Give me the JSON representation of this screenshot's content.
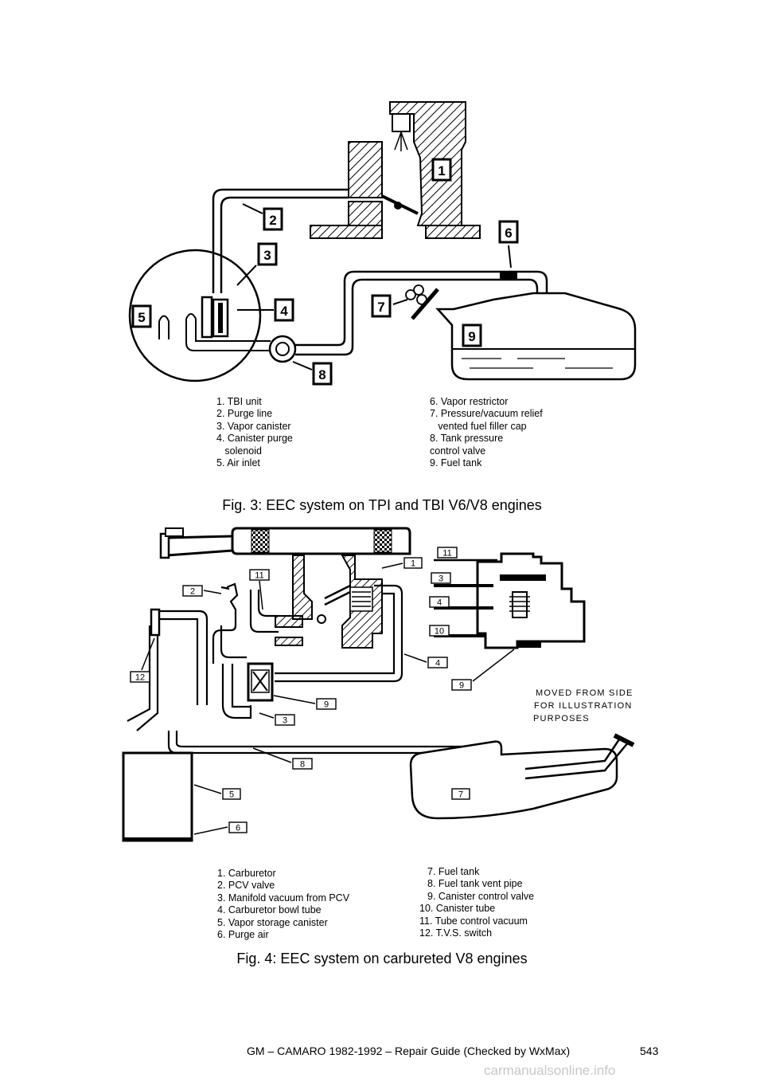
{
  "figures": [
    {
      "caption": "Fig. 3: EEC system on TPI and TBI V6/V8 engines",
      "callouts": [
        "1",
        "2",
        "3",
        "4",
        "5",
        "6",
        "7",
        "8",
        "9"
      ],
      "legend_left": [
        "1.  TBI unit",
        "2.  Purge line",
        "3.  Vapor canister",
        "4.  Canister purge",
        "   solenoid",
        "5.  Air inlet"
      ],
      "legend_right": [
        "6.  Vapor restrictor",
        "7.  Pressure/vacuum relief",
        "   vented fuel filler cap",
        "8.  Tank pressure",
        "control valve",
        "9.  Fuel tank"
      ]
    },
    {
      "caption": "Fig. 4: EEC system on carbureted V8 engines",
      "callouts": [
        "1",
        "2",
        "3",
        "4",
        "5",
        "6",
        "7",
        "8",
        "9",
        "10",
        "11",
        "12",
        "11",
        "3",
        "4",
        "9"
      ],
      "note": [
        "MOVED FROM SIDE",
        "FOR ILLUSTRATION",
        "PURPOSES"
      ],
      "legend_left": [
        "1.  Carburetor",
        "2.  PCV valve",
        "3.  Manifold vacuum from PCV",
        "4.  Carburetor bowl tube",
        "5.  Vapor storage canister",
        "6.  Purge air"
      ],
      "legend_right": [
        "7.  Fuel tank",
        "8.  Fuel tank vent pipe",
        "9.  Canister control valve",
        "10.  Canister tube",
        "11.  Tube control vacuum",
        "12.  T.V.S. switch"
      ]
    }
  ],
  "footer": {
    "text": "GM – CAMARO 1982-1992 – Repair Guide (Checked by WxMax)",
    "page_number": "543"
  },
  "watermark": "carmanualsonline.info"
}
